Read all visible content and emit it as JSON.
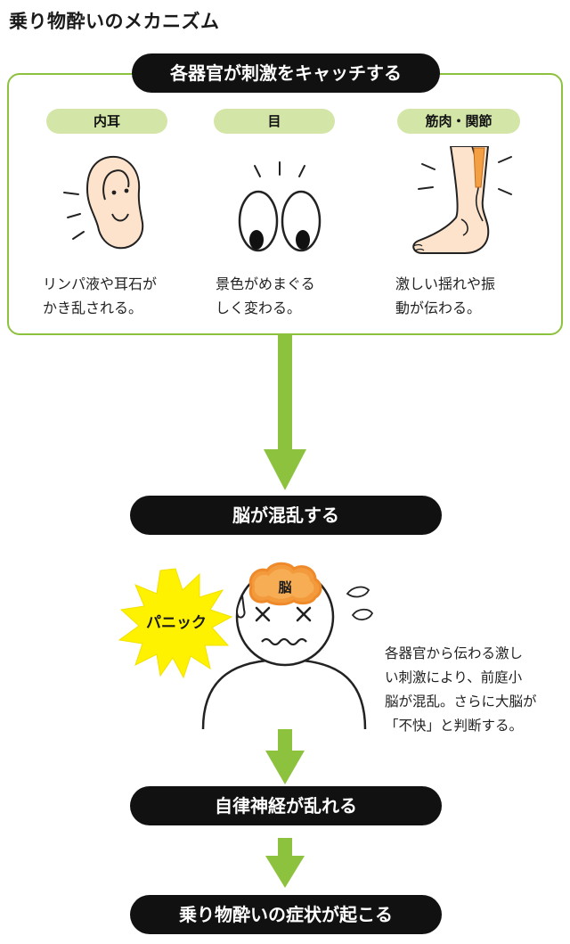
{
  "title": "乗り物酔いのメカニズム",
  "stage1": {
    "heading": "各器官が刺激をキャッチする",
    "organs": [
      {
        "label": "内耳",
        "caption_line1": "リンパ液や耳石が",
        "caption_line2": "かき乱される。",
        "icon": "ear-icon"
      },
      {
        "label": "目",
        "caption_line1": "景色がめまぐる",
        "caption_line2": "しく変わる。",
        "icon": "eyes-icon"
      },
      {
        "label": "筋肉・関節",
        "caption_line1": "激しい揺れや振",
        "caption_line2": "動が伝わる。",
        "icon": "leg-foot-icon"
      }
    ]
  },
  "stage2": {
    "heading": "脳が混乱する",
    "panic_label": "パニック",
    "brain_label": "脳",
    "note_lines": [
      "各器官から伝わる激し",
      "い刺激により、前庭小",
      "脳が混乱。さらに大脳が",
      "「不快」と判断する。"
    ]
  },
  "stage3": {
    "heading": "自律神経が乱れる"
  },
  "stage4": {
    "heading": "乗り物酔いの症状が起こる"
  },
  "colors": {
    "accent_green": "#8dc23f",
    "pill_green": "#d3e6a8",
    "black": "#111111",
    "brain_orange": "#f39a3c",
    "panic_yellow": "#fff200",
    "skin": "#fde3cc"
  }
}
